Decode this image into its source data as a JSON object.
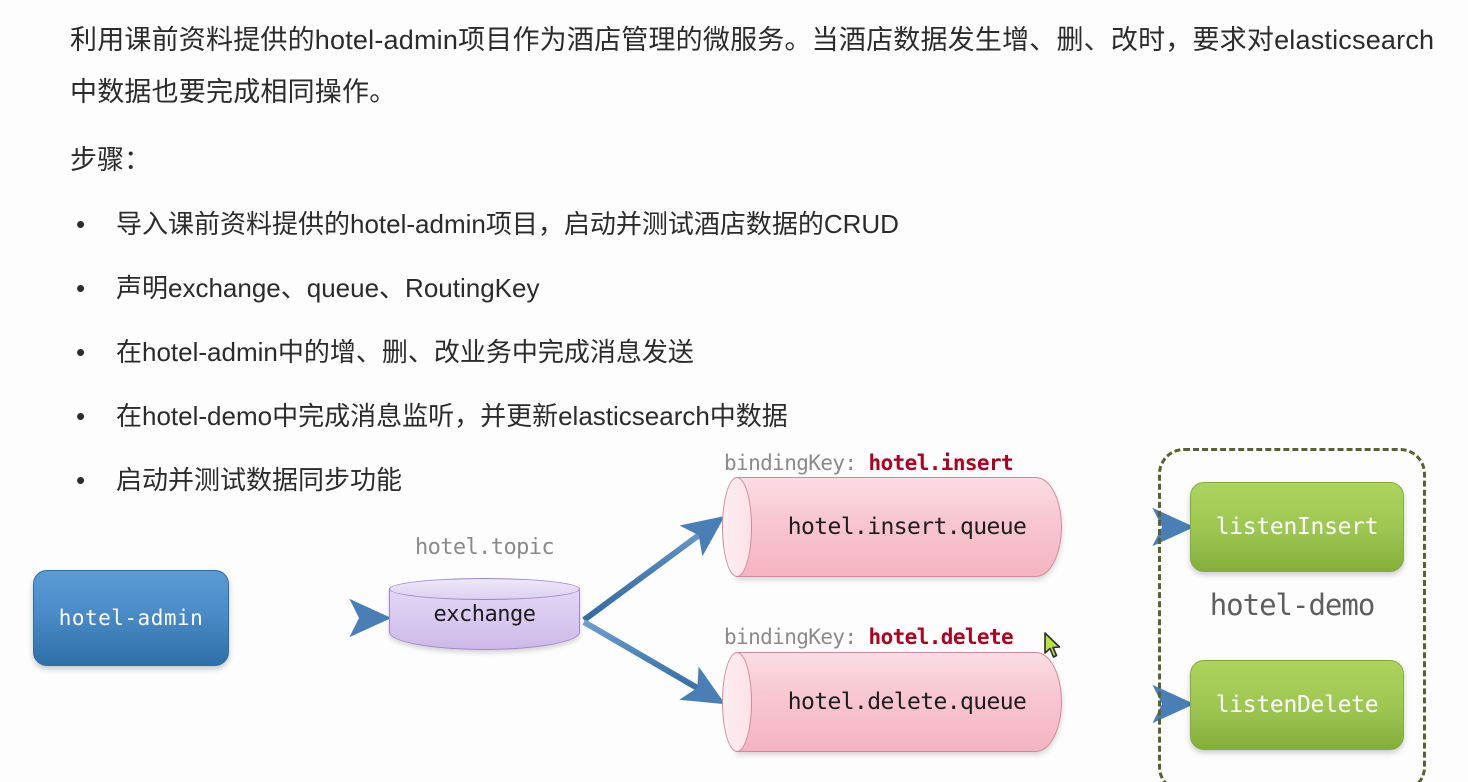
{
  "document": {
    "paragraph": "利用课前资料提供的hotel-admin项目作为酒店管理的微服务。当酒店数据发生增、删、改时，要求对elasticsearch中数据也要完成相同操作。",
    "steps_label": "步骤：",
    "bullet_glyph": "•",
    "steps": [
      "导入课前资料提供的hotel-admin项目，启动并测试酒店数据的CRUD",
      "声明exchange、queue、RoutingKey",
      "在hotel-admin中的增、删、改业务中完成消息发送",
      "在hotel-demo中完成消息监听，并更新elasticsearch中数据",
      "启动并测试数据同步功能"
    ]
  },
  "diagram": {
    "publisher": {
      "label": "hotel-admin"
    },
    "exchange": {
      "caption": "hotel.topic",
      "label": "exchange"
    },
    "queues": [
      {
        "binding_prefix": "bindingKey: ",
        "binding_value": "hotel.insert",
        "label": "hotel.insert.queue"
      },
      {
        "binding_prefix": "bindingKey: ",
        "binding_value": "hotel.delete",
        "label": "hotel.delete.queue"
      }
    ],
    "consumer_group": {
      "caption": "hotel-demo",
      "listeners": [
        {
          "label": "listenInsert"
        },
        {
          "label": "listenDelete"
        }
      ]
    }
  },
  "colors": {
    "publisher_blue": "#4a8bc8",
    "exchange_purple": "#d6c6ee",
    "queue_pink": "#f7c2cc",
    "listener_green": "#9cc651",
    "binding_red": "#b00020",
    "arrow_blue": "#4a7fb5",
    "dashed_border_olive": "#5a6130",
    "caption_gray": "#8a8a8a"
  }
}
